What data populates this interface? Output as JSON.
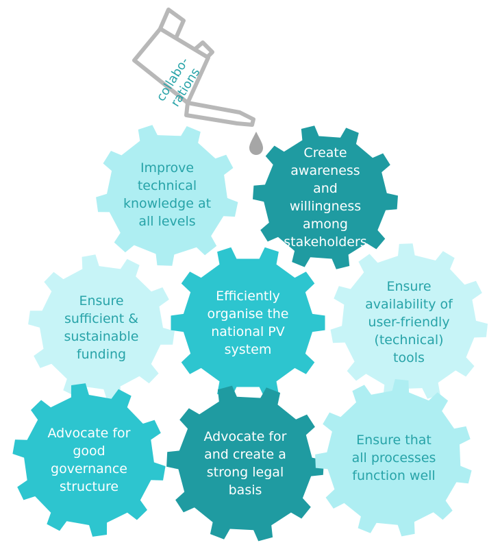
{
  "can": {
    "label": "collabo-\nrations",
    "icon": "oil-can-icon",
    "color": "#b8b8b8",
    "label_color": "#27a3a8",
    "drop_color": "#a6a6a6"
  },
  "gears": [
    {
      "id": "improve-technical-knowledge",
      "text": "Improve\ntechnical\nknowledge at\nall levels",
      "fill": "#aeeef2",
      "text_color": "#27a3a8"
    },
    {
      "id": "create-awareness",
      "text": "Create\nawareness\nand\nwillingness\namong\nstakeholders",
      "fill": "#1f9ba1",
      "text_color": "#ffffff"
    },
    {
      "id": "ensure-sufficient-funding",
      "text": "Ensure\nsufficient &\nsustainable\nfunding",
      "fill": "#c7f4f7",
      "text_color": "#27a3a8"
    },
    {
      "id": "efficiently-organise-pv-system",
      "text": "Efficiently\norganise the\nnational PV\nsystem",
      "fill": "#2dc5cf",
      "text_color": "#ffffff"
    },
    {
      "id": "ensure-availability-tools",
      "text": "Ensure\navailability of\nuser-friendly\n(technical)\ntools",
      "fill": "#c7f4f7",
      "text_color": "#27a3a8"
    },
    {
      "id": "advocate-good-governance",
      "text": "Advocate for\ngood\ngovernance\nstructure",
      "fill": "#2dc5cf",
      "text_color": "#ffffff"
    },
    {
      "id": "advocate-legal-basis",
      "text": "Advocate for\nand create a\nstrong legal\nbasis",
      "fill": "#1f9ba1",
      "text_color": "#ffffff"
    },
    {
      "id": "ensure-processes-function",
      "text": "Ensure that\nall processes\nfunction well",
      "fill": "#aeeef2",
      "text_color": "#27a3a8"
    }
  ]
}
